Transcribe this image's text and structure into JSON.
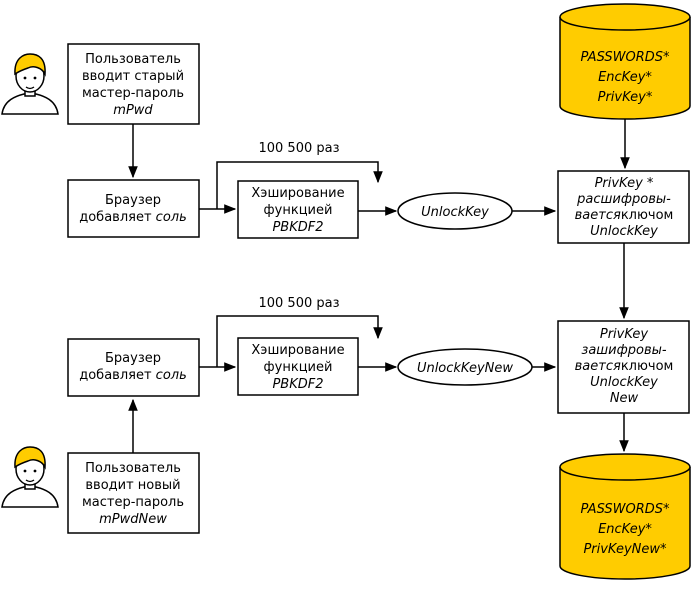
{
  "colors": {
    "db_fill": "#ffcc00",
    "stroke": "#000000",
    "skin": "#ffffff",
    "hair": "#ffcc00"
  },
  "top_user": {
    "line1": "Пользователь",
    "line2": "вводит старый",
    "line3": "мастер-пароль",
    "line4": "mPwd"
  },
  "bottom_user": {
    "line1": "Пользователь",
    "line2": "вводит новый",
    "line3": "мастер-пароль",
    "line4": "mPwdNew"
  },
  "top_salt": {
    "line1": "Браузер",
    "line2_prefix": "добавляет",
    "line2_em": "соль"
  },
  "bottom_salt": {
    "line1": "Браузер",
    "line2_prefix": "добавляет",
    "line2_em": "соль"
  },
  "top_hash": {
    "line1": "Хэширование",
    "line2": "функцией",
    "line3": "PBKDF2"
  },
  "bottom_hash": {
    "line1": "Хэширование",
    "line2": "функцией",
    "line3": "PBKDF2"
  },
  "top_loop_label": "100 500 раз",
  "bottom_loop_label": "100 500 раз",
  "top_key": "UnlockKey",
  "bottom_key": "UnlockKeyNew",
  "decrypt_box": {
    "line1": "PrivKey *",
    "line2": "расшифровы-",
    "line3_em": "вается",
    "line3_rest": "ключом",
    "line4": "UnlockKey"
  },
  "encrypt_box": {
    "line1": "PrivKey",
    "line2": "зашифровы-",
    "line3_em": "вается",
    "line3_rest": "ключом",
    "line4": "UnlockKey",
    "line5": "New"
  },
  "top_db": {
    "line1": "PASSWORDS*",
    "line2": "EncKey*",
    "line3": "PrivKey*"
  },
  "bottom_db": {
    "line1": "PASSWORDS*",
    "line2": "EncKey*",
    "line3": "PrivKeyNew*"
  }
}
